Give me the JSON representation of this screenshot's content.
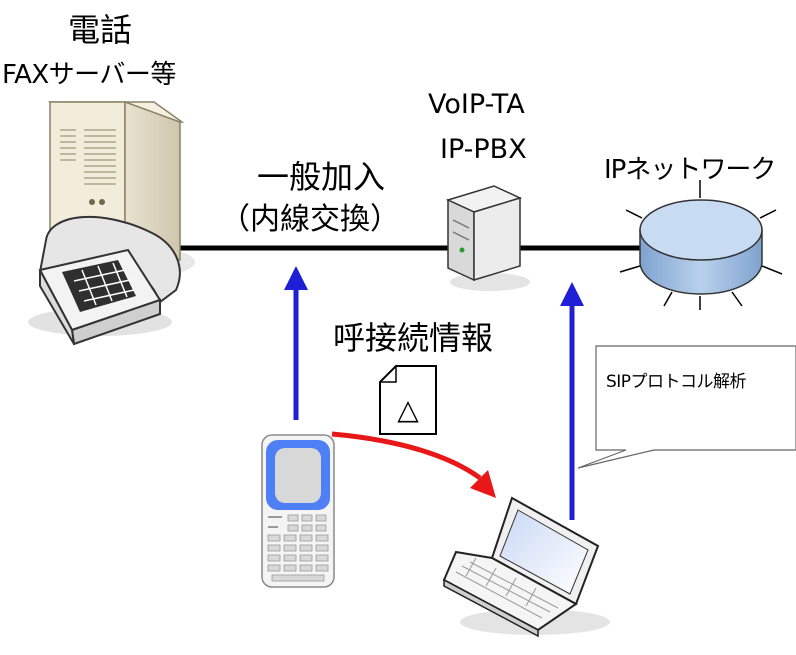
{
  "labels": {
    "phone_title": "電話",
    "fax_server": "FAXサーバー等",
    "voip_ta": "VoIP-TA",
    "ip_pbx": "IP-PBX",
    "ip_network": "IPネットワーク",
    "general_line": "一般加入",
    "extension_exchange": "（内線交換）",
    "call_info": "呼接続情報",
    "sip_callout": "SIPプロトコル解析"
  },
  "document_symbol": "△",
  "colors": {
    "line": "#000000",
    "arrow_blue": "#1f1fd6",
    "arrow_red": "#e81818",
    "cylinder_fill": "#a8c4e4",
    "cylinder_top": "#c7dcf2"
  }
}
